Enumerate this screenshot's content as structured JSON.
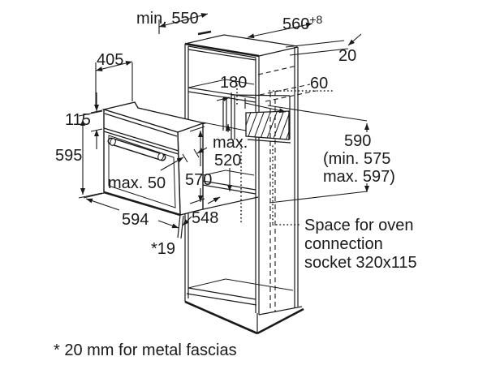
{
  "diagram": {
    "type": "oven-installation-dimension-drawing",
    "units": "mm",
    "colors": {
      "ink": "#1a1a1a",
      "background": "#ffffff"
    }
  },
  "labels": {
    "niche_depth": "min. 550",
    "niche_width": "560",
    "niche_width_tolerance": "+8",
    "rear_clearance": "20",
    "top_recess_depth": "405",
    "upper_compartment_height": "180",
    "socket_offset": "60",
    "control_panel_height": "115",
    "oven_front_height": "595",
    "door_protrusion": "max. 50",
    "oven_body_height": "570",
    "niche_depth_max_word": "max.",
    "niche_depth_max_value": "520",
    "niche_height": "590",
    "niche_height_min": "(min. 575",
    "niche_height_max": "max. 597)",
    "oven_front_width": "594",
    "oven_body_depth": "548",
    "fascia_gap": "*19",
    "socket_note_line1": "Space for oven",
    "socket_note_line2": "connection",
    "socket_note_line3": "socket 320x115",
    "footnote": "* 20 mm for metal fascias"
  }
}
